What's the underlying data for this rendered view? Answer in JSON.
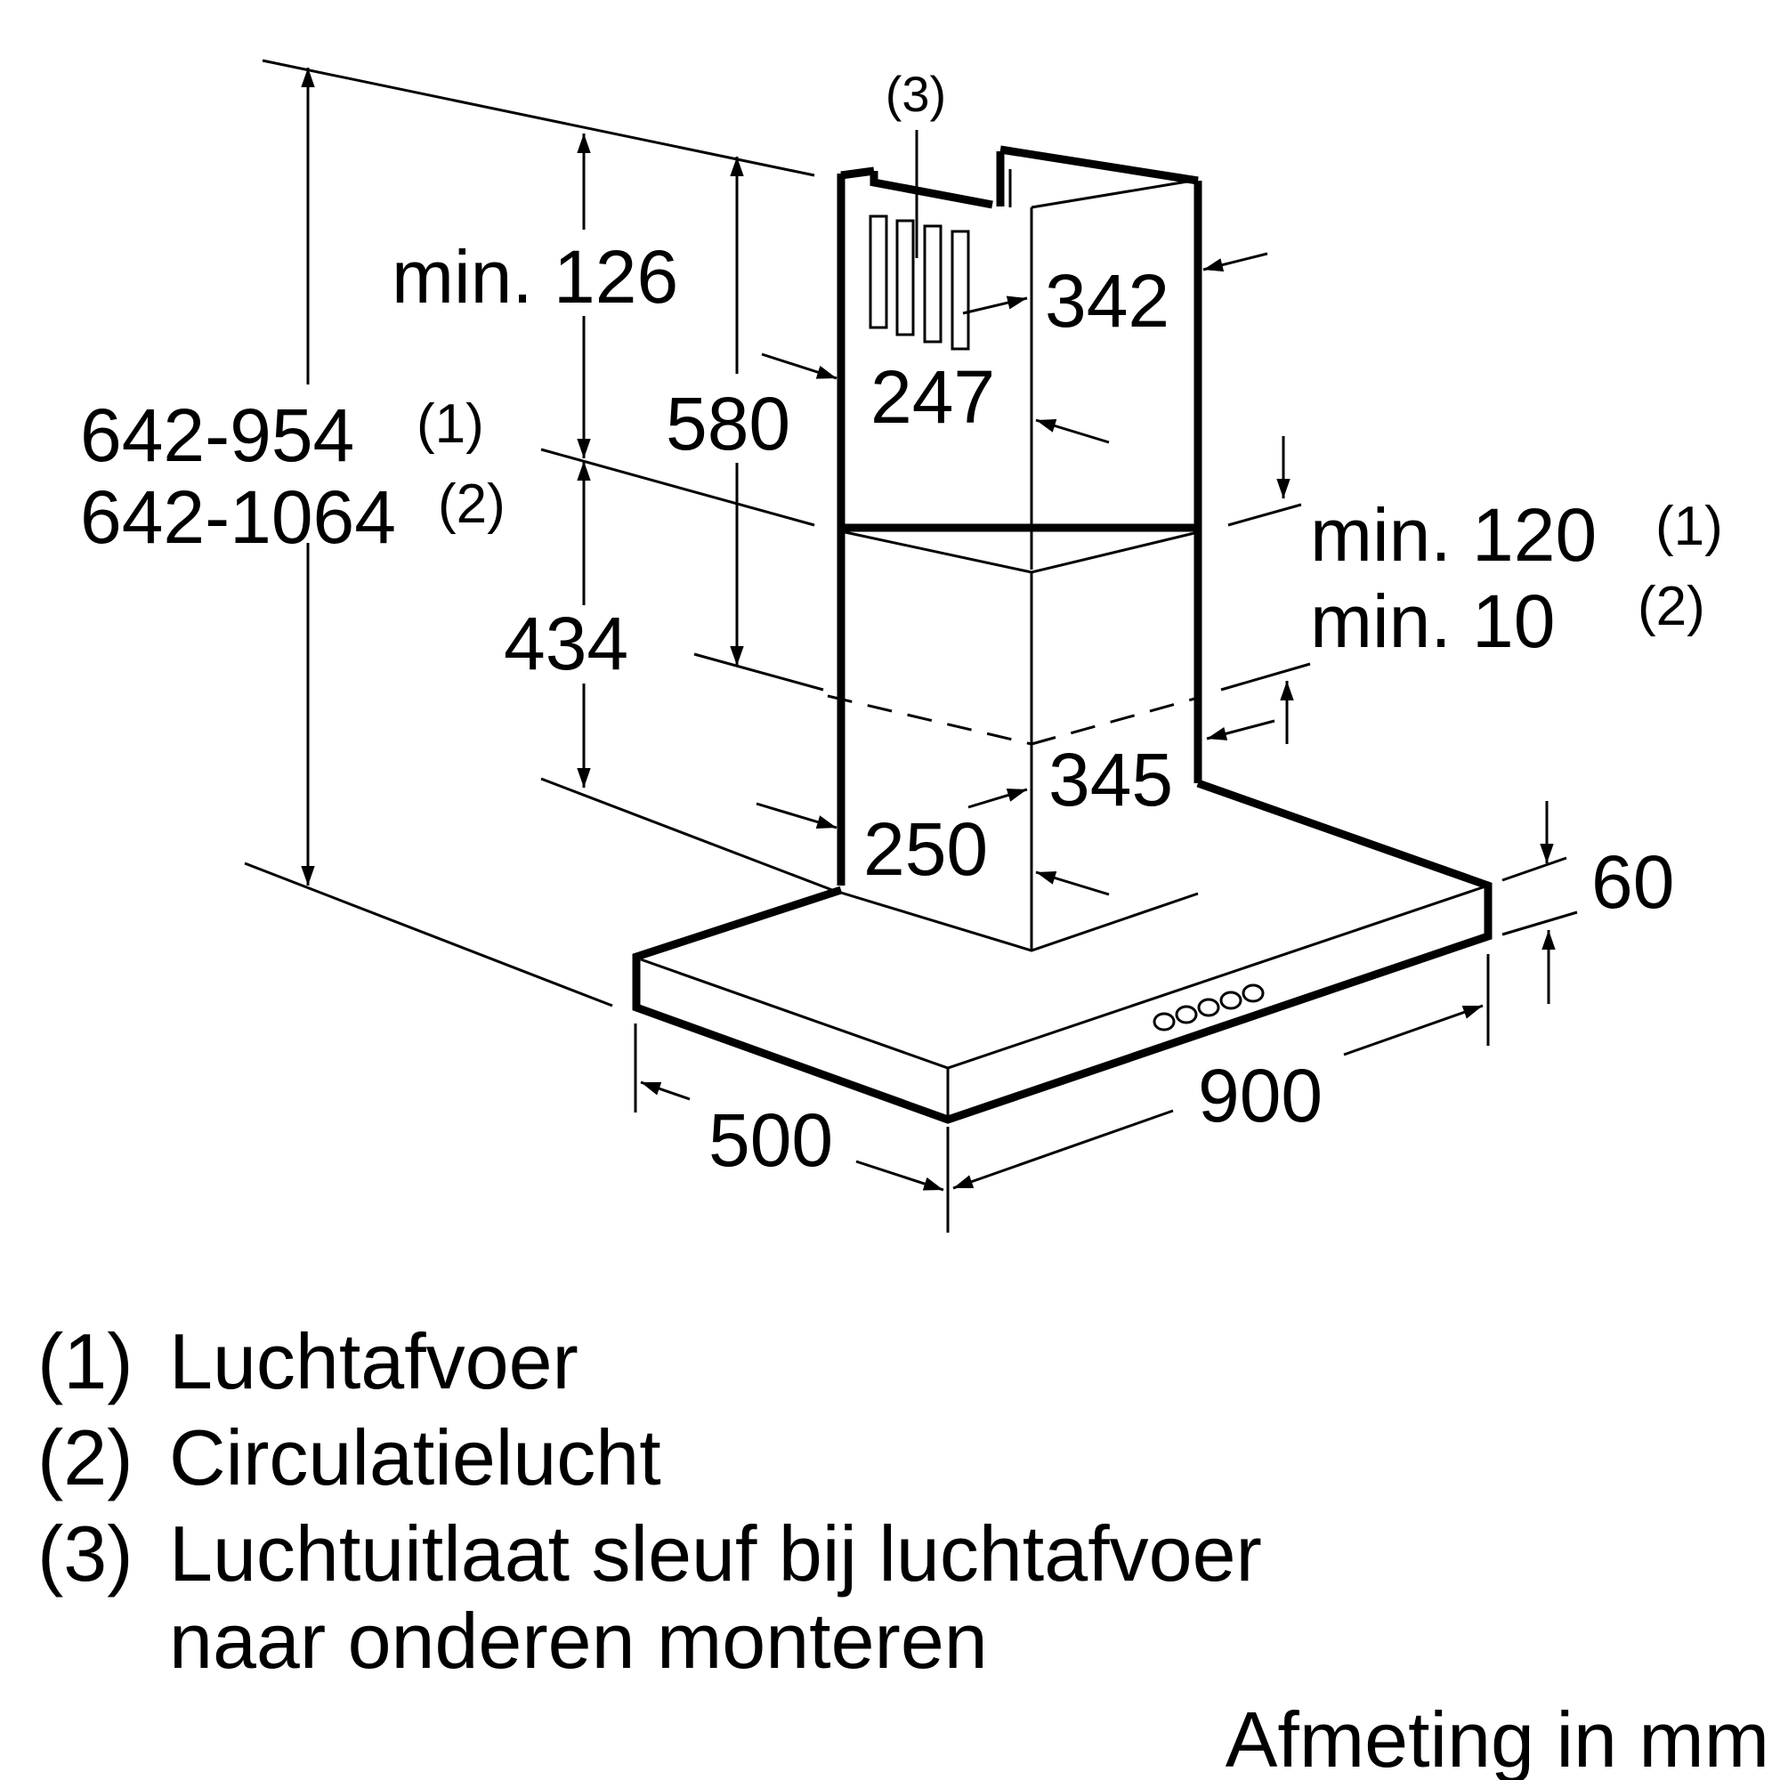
{
  "ref_marker": "(3)",
  "dimensions": {
    "min_126": "min. 126",
    "d580": "580",
    "d342": "342",
    "d247": "247",
    "total_range_1": "642-954",
    "total_range_1_note": "(1)",
    "total_range_2": "642-1064",
    "total_range_2_note": "(2)",
    "min_120": "min. 120",
    "min_120_note": "(1)",
    "min_10": "min. 10",
    "min_10_note": "(2)",
    "d434": "434",
    "d345": "345",
    "d250": "250",
    "d60": "60",
    "d900": "900",
    "d500": "500"
  },
  "legend": [
    {
      "marker": "(1)",
      "text": "Luchtafvoer"
    },
    {
      "marker": "(2)",
      "text": "Circulatielucht"
    },
    {
      "marker": "(3)",
      "text": "Luchtuitlaat sleuf bij luchtafvoer"
    },
    {
      "marker": "",
      "text": "naar onderen monteren"
    }
  ],
  "unit_note": "Afmeting in mm"
}
